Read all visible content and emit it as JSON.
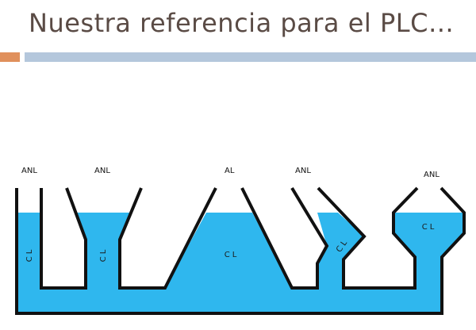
{
  "slide": {
    "title": "Nuestra referencia para el PLC…"
  },
  "colors": {
    "accent": "#e0905c",
    "rule": "#b4c7dc",
    "water": "#2fb7ee",
    "wall": "#111111",
    "title": "#5a4b45"
  },
  "diagram": {
    "vessel_labels": [
      "ANL",
      "ANL",
      "AL",
      "ANL",
      "ANL"
    ],
    "level_labels": [
      "CL",
      "CL",
      "CL",
      "CL",
      "CL"
    ]
  }
}
